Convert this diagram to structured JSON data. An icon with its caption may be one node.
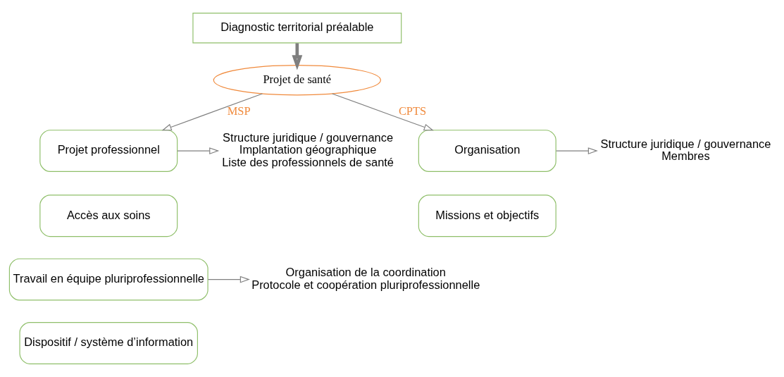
{
  "diagram": {
    "nodes": [
      {
        "text": [
          "Diagnostic territorial préalable"
        ]
      },
      {
        "text": [
          "Projet de santé"
        ]
      },
      {
        "text": [
          "Projet professionnel"
        ]
      },
      {
        "text": [
          "Accès aux soins"
        ]
      },
      {
        "text": [
          "Travail en équipe pluriprofessionnelle"
        ]
      },
      {
        "text": [
          "Dispositif / système d’information"
        ]
      },
      {
        "text": [
          "Organisation"
        ]
      },
      {
        "text": [
          "Missions et objectifs"
        ]
      },
      {
        "text": [
          "Structure juridique / gouvernance",
          "Implantation géographique",
          "Liste des professionnels de santé"
        ]
      },
      {
        "text": [
          "Organisation de la coordination",
          "Protocole et coopération pluriprofessionnelle"
        ]
      },
      {
        "text": [
          "Structure juridique / gouvernance",
          "Membres"
        ]
      }
    ],
    "edges": [
      {
        "from": 0,
        "to": 1,
        "arrow": "to",
        "style": "thick"
      },
      {
        "from": 1,
        "to": 2,
        "arrow": "to",
        "label": "MSP"
      },
      {
        "from": 1,
        "to": 6,
        "arrow": "to",
        "label": "CPTS"
      },
      {
        "from": 2,
        "to": 8,
        "arrow": "to"
      },
      {
        "from": 4,
        "to": 9,
        "arrow": "to"
      },
      {
        "from": 6,
        "to": 10,
        "arrow": "to"
      }
    ]
  }
}
